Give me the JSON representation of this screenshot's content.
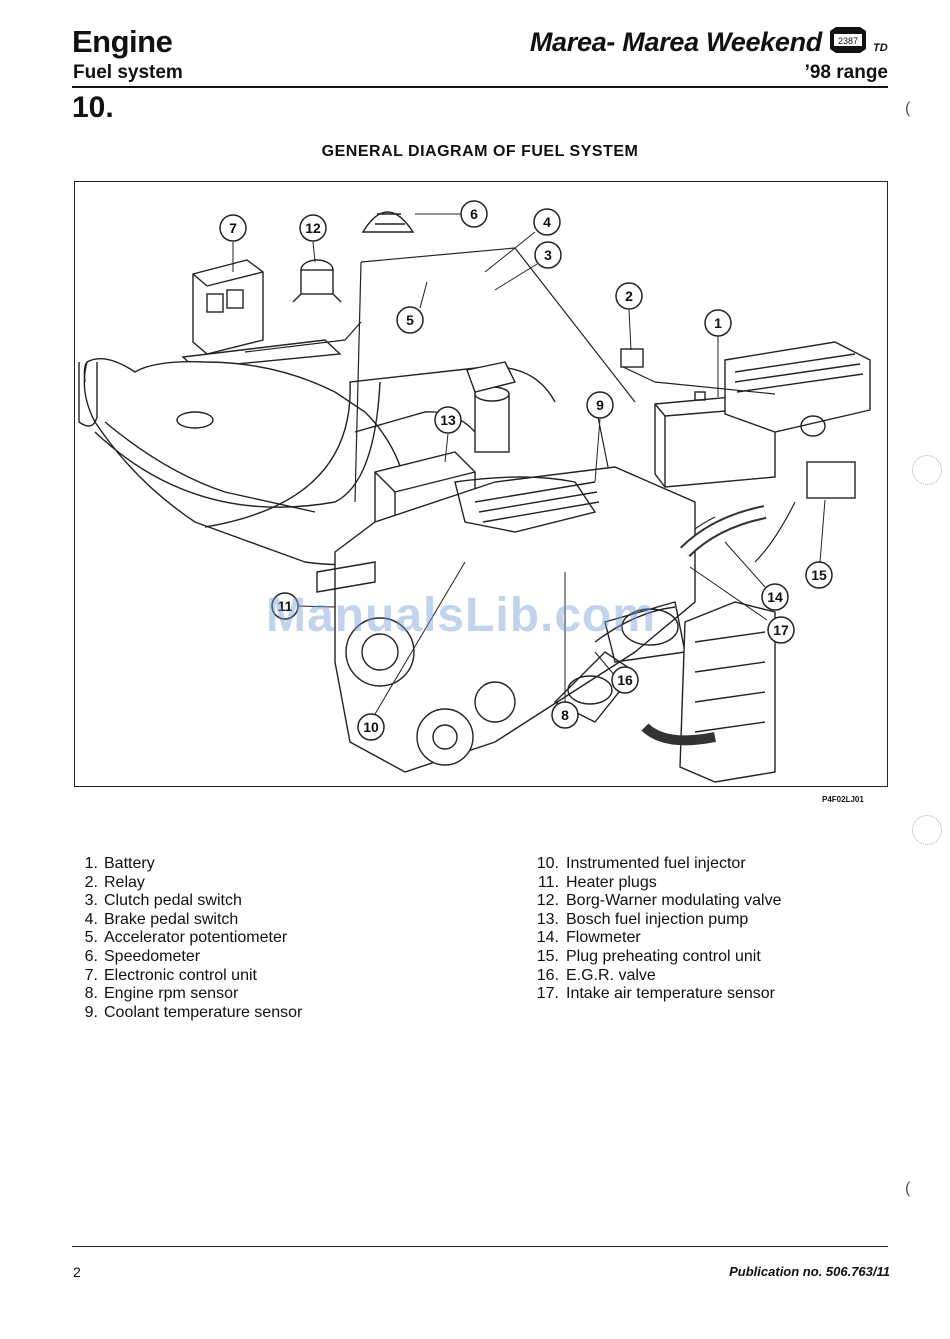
{
  "header": {
    "chapter": "Engine",
    "subchapter": "Fuel system",
    "model": "Marea- Marea Weekend",
    "model_suffix": "TD",
    "badge_text": "2387",
    "range": "’98 range",
    "section": "10."
  },
  "figure": {
    "title": "GENERAL DIAGRAM OF FUEL SYSTEM",
    "code": "P4F02LJ01",
    "callouts": [
      "1",
      "2",
      "3",
      "4",
      "5",
      "6",
      "7",
      "8",
      "9",
      "10",
      "11",
      "12",
      "13",
      "14",
      "15",
      "16",
      "17"
    ],
    "watermark": "ManualsLib.com"
  },
  "legend": {
    "left": [
      {
        "num": "1.",
        "label": "Battery"
      },
      {
        "num": "2.",
        "label": "Relay"
      },
      {
        "num": "3.",
        "label": "Clutch pedal switch"
      },
      {
        "num": "4.",
        "label": "Brake pedal switch"
      },
      {
        "num": "5.",
        "label": "Accelerator potentiometer"
      },
      {
        "num": "6.",
        "label": "Speedometer"
      },
      {
        "num": "7.",
        "label": "Electronic control unit"
      },
      {
        "num": "8.",
        "label": "Engine rpm sensor"
      },
      {
        "num": "9.",
        "label": "Coolant temperature sensor"
      }
    ],
    "right": [
      {
        "num": "10.",
        "label": "Instrumented fuel injector"
      },
      {
        "num": "11.",
        "label": "Heater plugs"
      },
      {
        "num": "12.",
        "label": "Borg-Warner modulating valve"
      },
      {
        "num": "13.",
        "label": "Bosch fuel injection pump"
      },
      {
        "num": "14.",
        "label": "Flowmeter"
      },
      {
        "num": "15.",
        "label": "Plug preheating control unit"
      },
      {
        "num": "16.",
        "label": "E.G.R. valve"
      },
      {
        "num": "17.",
        "label": "Intake air temperature sensor"
      }
    ]
  },
  "footer": {
    "page": "2",
    "publication": "Publication no. 506.763/11"
  }
}
